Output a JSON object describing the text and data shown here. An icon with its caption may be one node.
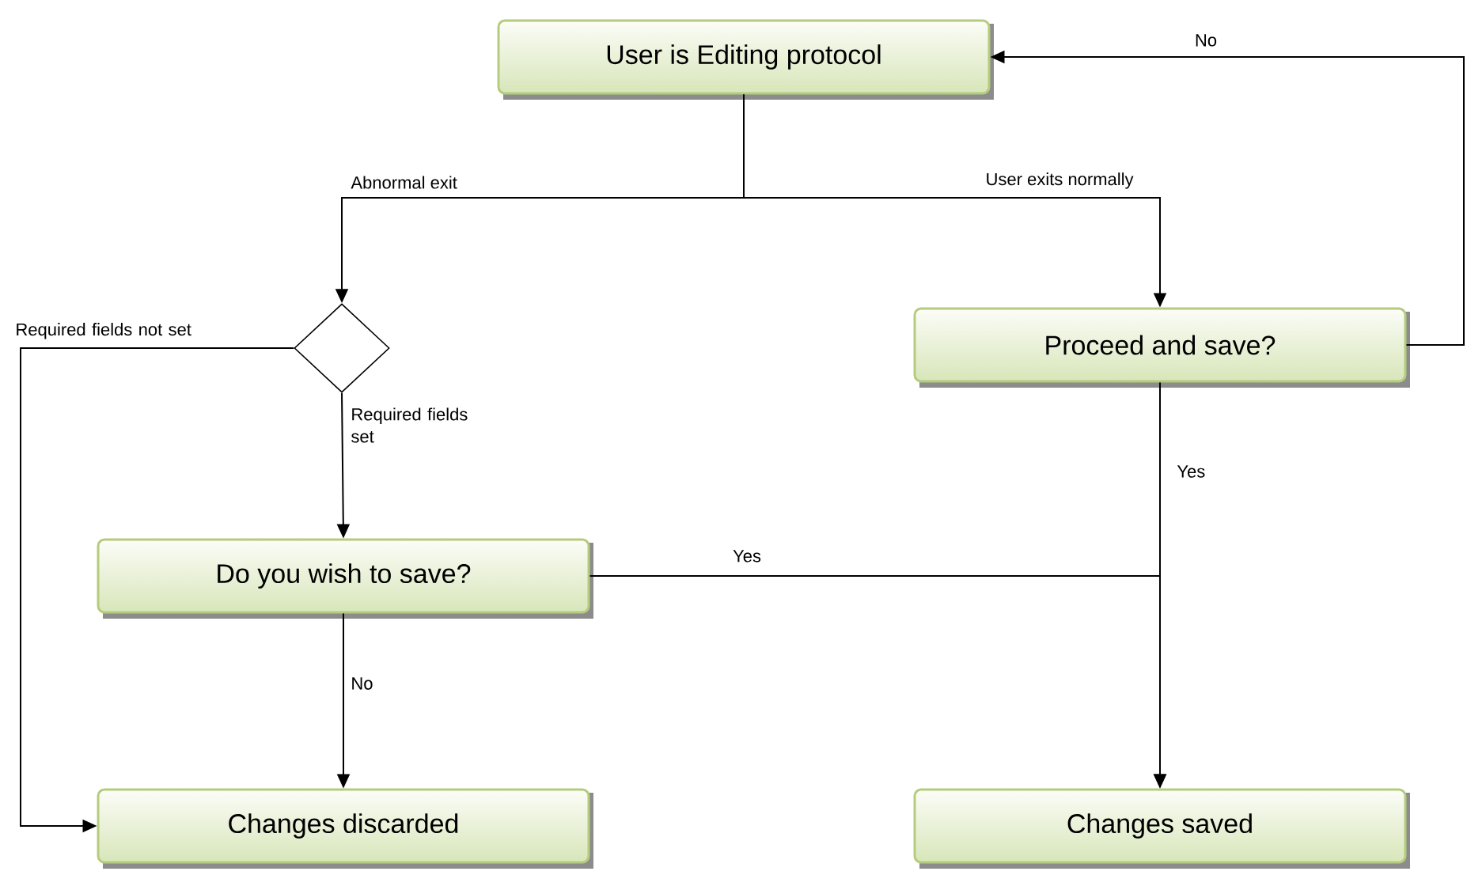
{
  "diagram": {
    "nodes": [
      {
        "text": [
          "User is Editing protocol"
        ]
      },
      {
        "text": [],
        "shape": "diamond"
      },
      {
        "text": [
          "Proceed and save?"
        ]
      },
      {
        "text": [
          "Do you wish to save?"
        ]
      },
      {
        "text": [
          "Changes discarded"
        ]
      },
      {
        "text": [
          "Changes saved"
        ]
      }
    ],
    "edges": [
      {
        "from": 0,
        "to": 1,
        "arrow": "to",
        "label": "Abnormal exit"
      },
      {
        "from": 0,
        "to": 2,
        "arrow": "to",
        "label": "User exits normally"
      },
      {
        "from": 2,
        "to": 0,
        "arrow": "to",
        "label": "No"
      },
      {
        "from": 1,
        "to": 4,
        "arrow": "to",
        "label": "Required fields not set"
      },
      {
        "from": 1,
        "to": 3,
        "arrow": "to",
        "label": "Required fields set"
      },
      {
        "from": 3,
        "to": 4,
        "arrow": "to",
        "label": "No"
      },
      {
        "from": 3,
        "to": 5,
        "arrow": "to",
        "label": "Yes"
      },
      {
        "from": 2,
        "to": 5,
        "arrow": "to",
        "label": "Yes"
      }
    ]
  }
}
